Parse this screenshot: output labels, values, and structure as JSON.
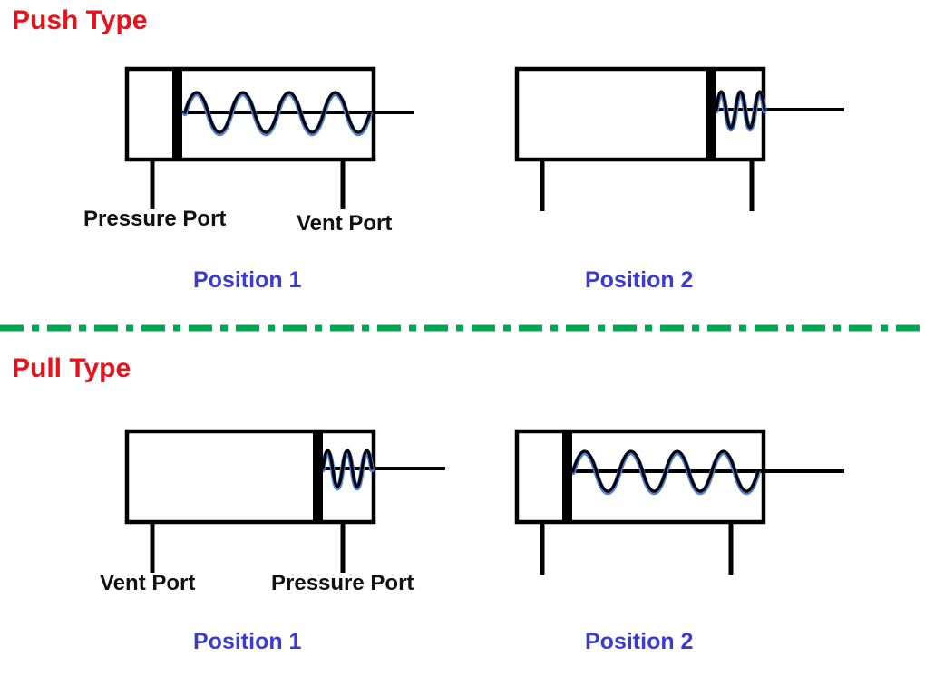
{
  "diagram": {
    "push": {
      "title": "Push Type",
      "port_left": "Pressure Port",
      "port_right": "Vent Port",
      "pos1": "Position 1",
      "pos2": "Position 2"
    },
    "pull": {
      "title": "Pull Type",
      "port_left": "Vent Port",
      "port_right": "Pressure Port",
      "pos1": "Position 1",
      "pos2": "Position 2"
    },
    "parts": {
      "cylinder": "cylinder-barrel",
      "piston": "piston",
      "spring": "spring",
      "rod": "piston-rod",
      "port": "port-stub",
      "divider": "dash-dot-divider"
    }
  },
  "colors": {
    "title_red": "#e8111c",
    "position_blue": "#3b3bd1",
    "divider_green": "#00a651",
    "diagram_black": "#000000",
    "spring_highlight_blue": "#4f7fd6",
    "background": "#ffffff"
  }
}
